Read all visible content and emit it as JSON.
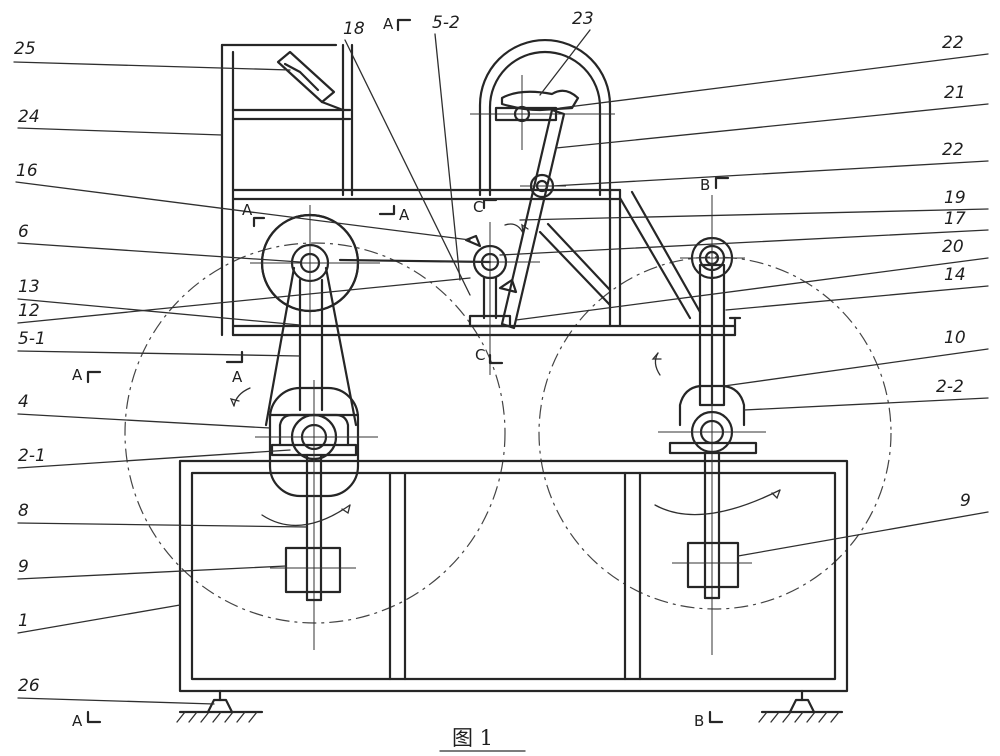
{
  "caption": "图 1",
  "labels": {
    "n25": "25",
    "n24": "24",
    "n16": "16",
    "n6": "6",
    "n13": "13",
    "n12": "12",
    "n5_1": "5-1",
    "n4": "4",
    "n2_1": "2-1",
    "n8": "8",
    "n9_left": "9",
    "n1": "1",
    "n26": "26",
    "n18": "18",
    "n5_2": "5-2",
    "n23": "23",
    "n22_top": "22",
    "n21": "21",
    "n22_mid": "22",
    "n19": "19",
    "n17": "17",
    "n20": "20",
    "n14": "14",
    "n10": "10",
    "n2_2": "2-2",
    "n9_right": "9"
  },
  "sections": {
    "a_top": "A",
    "a_mid_left": "A",
    "a_mid_right": "A",
    "a_belt": "A",
    "a_left": "A",
    "a_bottom": "A",
    "b_top": "B",
    "b_bottom": "B",
    "c_top": "C",
    "c_bottom": "C"
  }
}
